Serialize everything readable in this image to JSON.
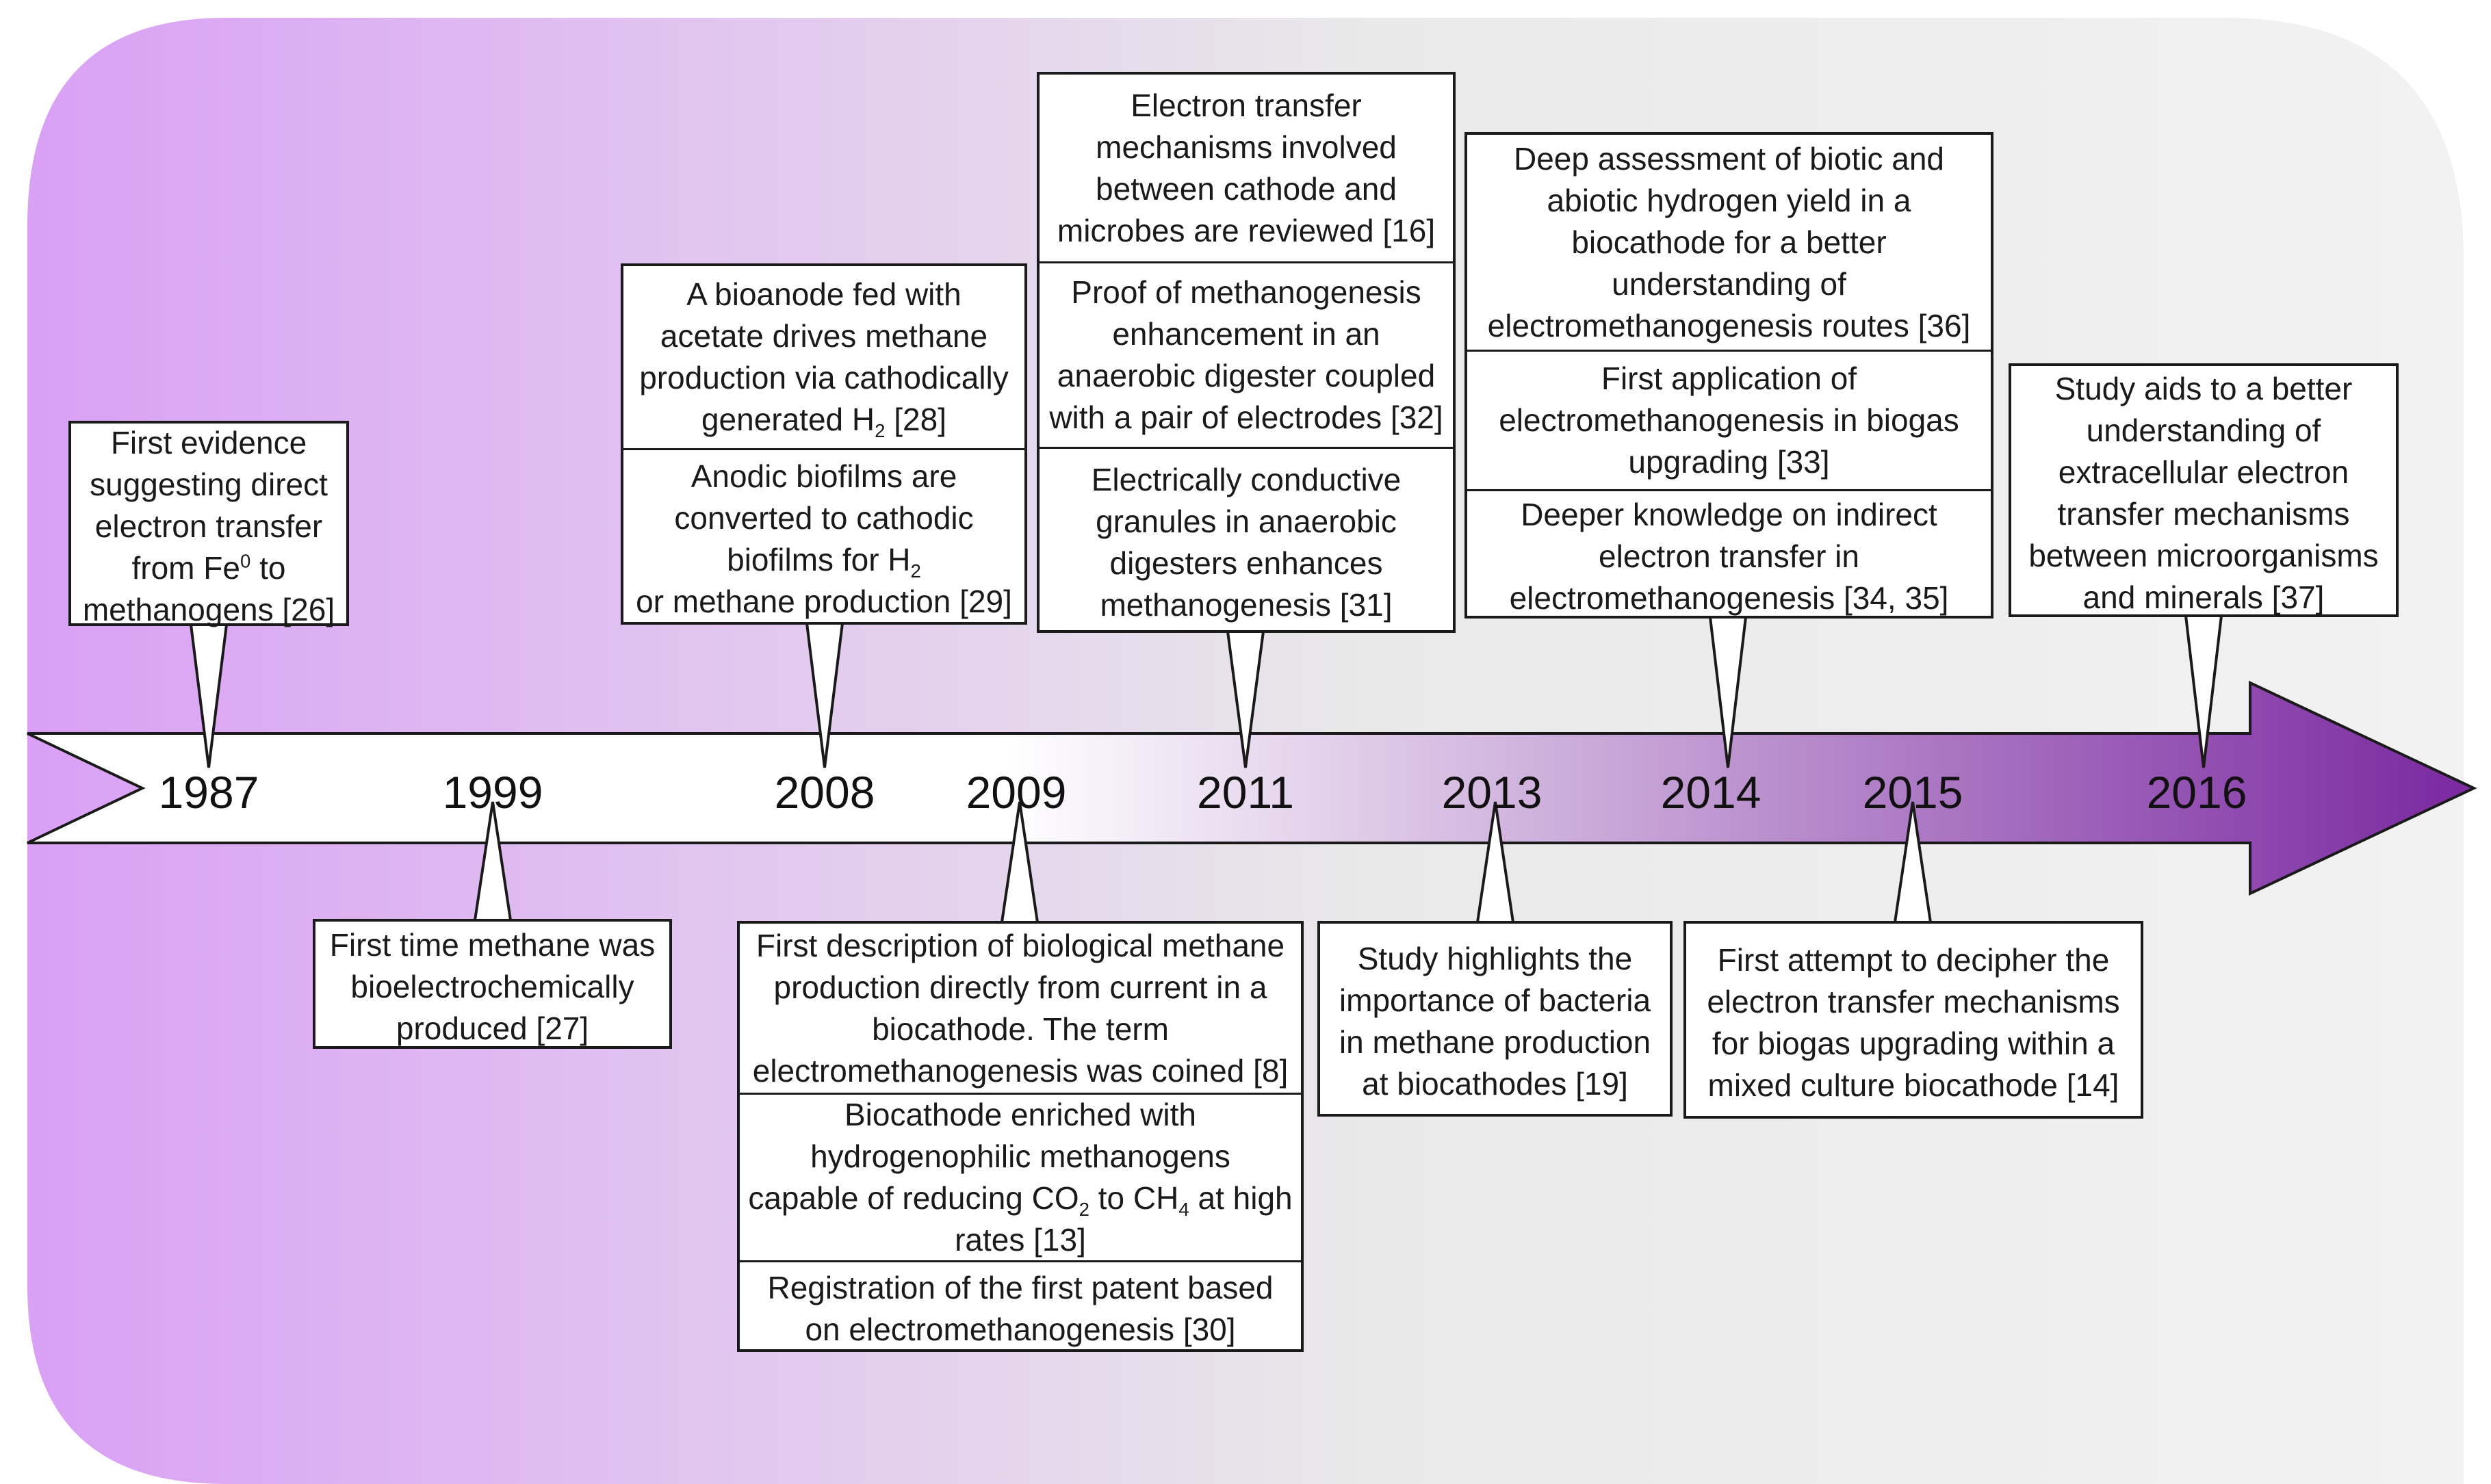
{
  "colors": {
    "bg_left": "#d9a0f5",
    "bg_mid": "#e9e9e9",
    "bg_right": "#f2f2f2",
    "arrow_light": "#ffffff",
    "arrow_dark": "#7a28a0",
    "stroke": "#1a1a1a"
  },
  "years": [
    "1987",
    "1999",
    "2008",
    "2009",
    "2011",
    "2013",
    "2014",
    "2015",
    "2016"
  ],
  "events": [
    {
      "year": "1987",
      "side": "above",
      "segments": [
        {
          "lines": [
            "First evidence",
            "suggesting direct",
            "electron transfer",
            "from Fe<sup>0</sup> to",
            "methanogens [26]"
          ]
        }
      ]
    },
    {
      "year": "1999",
      "side": "below",
      "segments": [
        {
          "lines": [
            "First time methane was",
            "bioelectrochemically",
            "produced [27]"
          ]
        }
      ]
    },
    {
      "year": "2008",
      "side": "above",
      "segments": [
        {
          "lines": [
            "A bioanode fed with",
            "acetate drives methane",
            "production via cathodically",
            "generated H<sub>2</sub> [28]"
          ]
        },
        {
          "lines": [
            "Anodic biofilms are",
            "converted to cathodic",
            "biofilms  for H<sub>2</sub>",
            "or methane production [29]"
          ]
        }
      ]
    },
    {
      "year": "2009",
      "side": "below",
      "segments": [
        {
          "lines": [
            "First description of biological methane",
            "production directly from current in a",
            "biocathode. The term",
            "electromethanogenesis was coined [8]"
          ]
        },
        {
          "lines": [
            "Biocathode enriched with",
            "hydrogenophilic methanogens",
            "capable of reducing CO<sub>2</sub> to CH<sub>4</sub> at high",
            "rates [13]"
          ]
        },
        {
          "lines": [
            "Registration of the first patent based",
            "on electromethanogenesis [30]"
          ]
        }
      ]
    },
    {
      "year": "2011",
      "side": "above",
      "segments": [
        {
          "lines": [
            "Electron transfer",
            "mechanisms involved",
            "between cathode and",
            "microbes are reviewed [16]"
          ]
        },
        {
          "lines": [
            "Proof of methanogenesis",
            "enhancement in an",
            "anaerobic digester coupled",
            "with a pair of electrodes [32]"
          ]
        },
        {
          "lines": [
            "Electrically conductive",
            "granules in anaerobic",
            "digesters enhances",
            "methanogenesis [31]"
          ]
        }
      ]
    },
    {
      "year": "2013",
      "side": "below",
      "segments": [
        {
          "lines": [
            "Study highlights the",
            "importance of bacteria",
            "in methane production",
            "at biocathodes [19]"
          ]
        }
      ]
    },
    {
      "year": "2014",
      "side": "above",
      "segments": [
        {
          "lines": [
            "Deep assessment of biotic and",
            "abiotic hydrogen yield in a",
            "biocathode for a better",
            "understanding of",
            "electromethanogenesis routes  [36]"
          ]
        },
        {
          "lines": [
            "First application of",
            "electromethanogenesis in biogas",
            "upgrading [33]"
          ]
        },
        {
          "lines": [
            "Deeper knowledge on indirect",
            "electron transfer in",
            "electromethanogenesis [34, 35]"
          ]
        }
      ]
    },
    {
      "year": "2015",
      "side": "below",
      "segments": [
        {
          "lines": [
            "First attempt to decipher the",
            "electron transfer mechanisms",
            "for biogas upgrading within a",
            "mixed culture biocathode [14]"
          ]
        }
      ]
    },
    {
      "year": "2016",
      "side": "above",
      "segments": [
        {
          "lines": [
            "Study aids to a better",
            "understanding of",
            "extracellular electron",
            "transfer mechanisms",
            "between microorganisms",
            "and minerals [37]"
          ]
        }
      ]
    }
  ]
}
